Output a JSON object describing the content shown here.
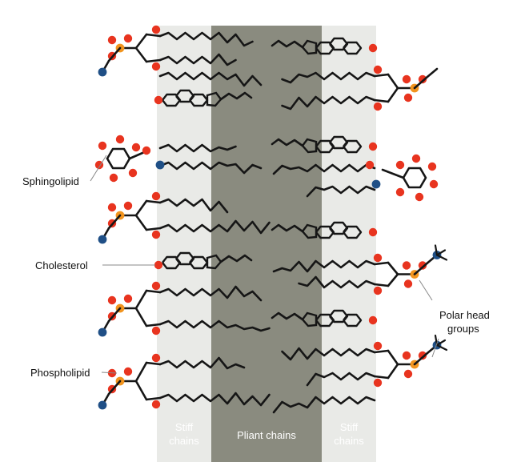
{
  "colors": {
    "background": "#ffffff",
    "stiff_zone": "#e9eae7",
    "pliant_zone": "#8a8b7f",
    "zone_label_text": "#ffffff",
    "chain": "#161616",
    "oxygen": "#e8341f",
    "phosphorus": "#f2941e",
    "nitrogen": "#1f4f86"
  },
  "labels": {
    "sphingolipid": "Sphingolipid",
    "cholesterol": "Cholesterol",
    "polar_head_line1": "Polar head",
    "polar_head_line2": "groups",
    "phospholipid": "Phospholipid"
  },
  "zones": {
    "stiff_left_line1": "Stiff",
    "stiff_left_line2": "chains",
    "pliant": "Pliant chains",
    "stiff_right_line1": "Stiff",
    "stiff_right_line2": "chains"
  },
  "icons": {
    "oxygen_atom": "red-circle",
    "phosphorus_atom": "orange-circle",
    "nitrogen_atom": "blue-circle"
  }
}
